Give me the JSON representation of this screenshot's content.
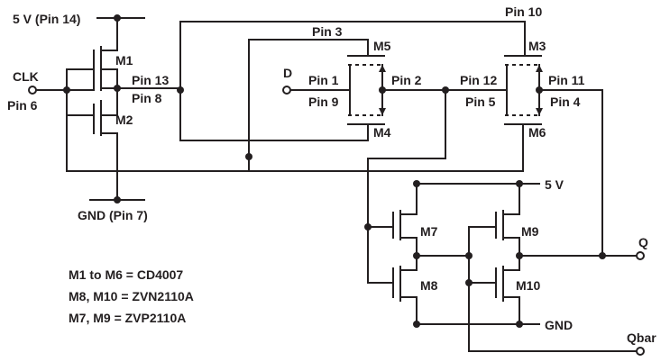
{
  "supply": {
    "top": "5 V (Pin 14)",
    "ground": "GND (Pin 7)",
    "right_supply": "5 V",
    "right_ground": "GND"
  },
  "inputs": {
    "clk": "CLK",
    "clk_pin": "Pin 6",
    "d": "D"
  },
  "outputs": {
    "q": "Q",
    "qbar": "Qbar"
  },
  "transistors": {
    "m1": "M1",
    "m2": "M2",
    "m3": "M3",
    "m4": "M4",
    "m5": "M5",
    "m6": "M6",
    "m7": "M7",
    "m8": "M8",
    "m9": "M9",
    "m10": "M10"
  },
  "pins": {
    "pin13": "Pin 13",
    "pin8": "Pin 8",
    "pin3": "Pin 3",
    "pin10": "Pin 10",
    "pin1": "Pin 1",
    "pin9": "Pin 9",
    "pin2": "Pin 2",
    "pin12": "Pin 12",
    "pin5": "Pin 5",
    "pin11": "Pin 11",
    "pin4": "Pin 4"
  },
  "notes": [
    "M1 to M6 = CD4007",
    "M8, M10 = ZVN2110A",
    "M7, M9 = ZVP2110A"
  ]
}
